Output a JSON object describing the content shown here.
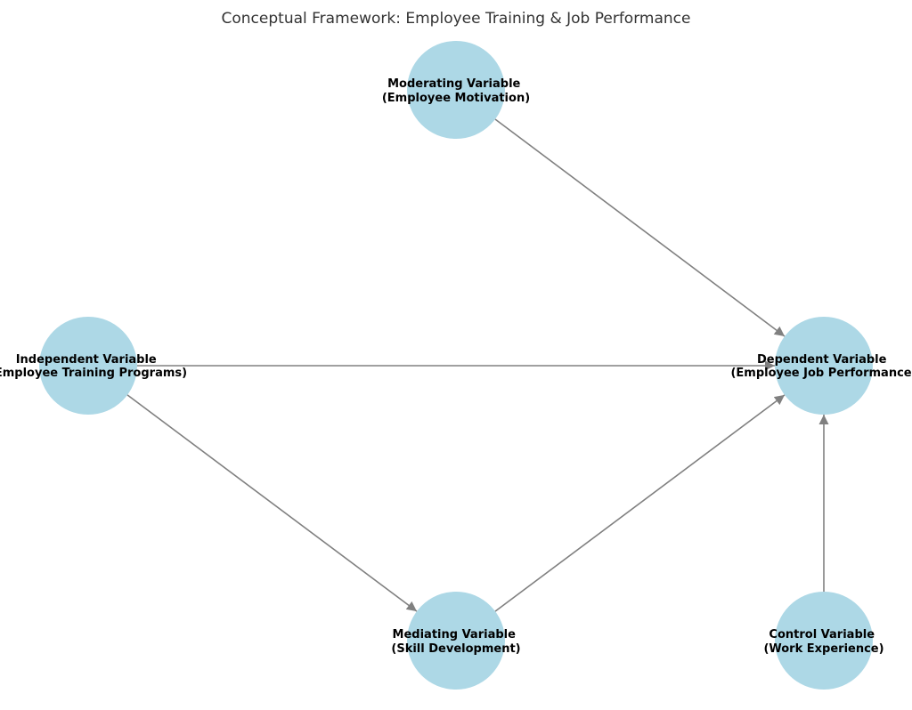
{
  "diagram": {
    "title": "Conceptual Framework: Employee Training & Job Performance",
    "node_color": "#add8e6",
    "edge_color": "#808080",
    "nodes": {
      "moderating": {
        "line1": "Moderating Variable",
        "line2": "(Employee Motivation)"
      },
      "independent": {
        "line1": "Independent Variable",
        "line2": "(Employee Training Programs)"
      },
      "dependent": {
        "line1": "Dependent Variable",
        "line2": "(Employee Job Performance)"
      },
      "mediating": {
        "line1": "Mediating Variable",
        "line2": "(Skill Development)"
      },
      "control": {
        "line1": "Control Variable",
        "line2": "(Work Experience)"
      }
    },
    "edges": [
      {
        "from": "independent",
        "to": "dependent"
      },
      {
        "from": "independent",
        "to": "mediating"
      },
      {
        "from": "mediating",
        "to": "dependent"
      },
      {
        "from": "moderating",
        "to": "dependent"
      },
      {
        "from": "control",
        "to": "dependent"
      }
    ]
  }
}
